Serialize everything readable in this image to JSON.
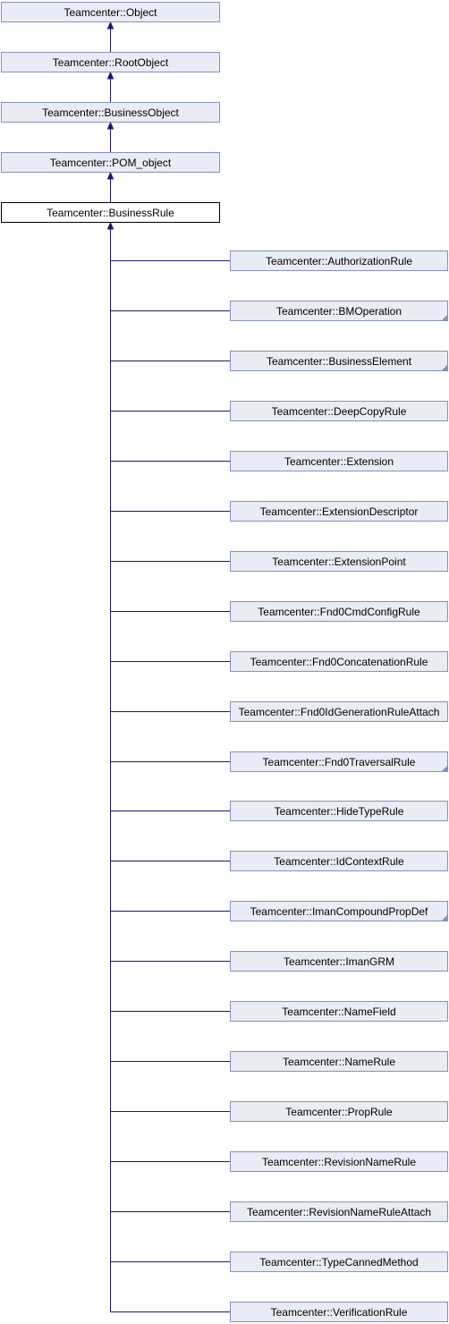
{
  "ancestors": [
    {
      "label": "Teamcenter::Object"
    },
    {
      "label": "Teamcenter::RootObject"
    },
    {
      "label": "Teamcenter::BusinessObject"
    },
    {
      "label": "Teamcenter::POM_object"
    }
  ],
  "current": {
    "label": "Teamcenter::BusinessRule"
  },
  "children": [
    {
      "label": "Teamcenter::AuthorizationRule",
      "has_more": false
    },
    {
      "label": "Teamcenter::BMOperation",
      "has_more": true
    },
    {
      "label": "Teamcenter::BusinessElement",
      "has_more": true
    },
    {
      "label": "Teamcenter::DeepCopyRule",
      "has_more": false
    },
    {
      "label": "Teamcenter::Extension",
      "has_more": false
    },
    {
      "label": "Teamcenter::ExtensionDescriptor",
      "has_more": false
    },
    {
      "label": "Teamcenter::ExtensionPoint",
      "has_more": false
    },
    {
      "label": "Teamcenter::Fnd0CmdConfigRule",
      "has_more": false
    },
    {
      "label": "Teamcenter::Fnd0ConcatenationRule",
      "has_more": false
    },
    {
      "label": "Teamcenter::Fnd0IdGenerationRuleAttach",
      "has_more": false
    },
    {
      "label": "Teamcenter::Fnd0TraversalRule",
      "has_more": true
    },
    {
      "label": "Teamcenter::HideTypeRule",
      "has_more": false
    },
    {
      "label": "Teamcenter::IdContextRule",
      "has_more": false
    },
    {
      "label": "Teamcenter::ImanCompoundPropDef",
      "has_more": true
    },
    {
      "label": "Teamcenter::ImanGRM",
      "has_more": false
    },
    {
      "label": "Teamcenter::NameField",
      "has_more": false
    },
    {
      "label": "Teamcenter::NameRule",
      "has_more": false
    },
    {
      "label": "Teamcenter::PropRule",
      "has_more": false
    },
    {
      "label": "Teamcenter::RevisionNameRule",
      "has_more": false
    },
    {
      "label": "Teamcenter::RevisionNameRuleAttach",
      "has_more": false
    },
    {
      "label": "Teamcenter::TypeCannedMethod",
      "has_more": false
    },
    {
      "label": "Teamcenter::VerificationRule",
      "has_more": false
    }
  ]
}
